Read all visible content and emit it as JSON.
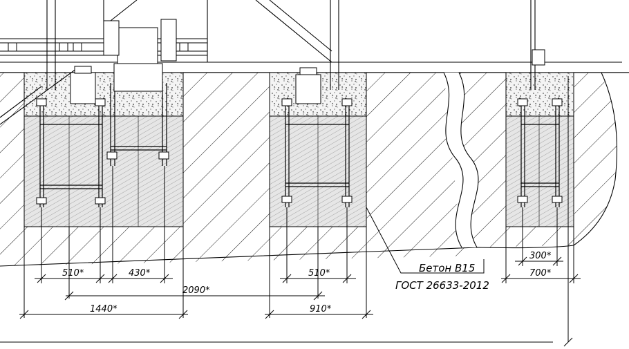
{
  "drawing": {
    "dimensions": {
      "d1": "510*",
      "d2": "430*",
      "d3": "2090*",
      "d4": "1440*",
      "d5": "510*",
      "d6": "910*",
      "d7": "300*",
      "d8": "700*"
    },
    "note": {
      "material": "Бетон В15",
      "standard": "ГОСТ 26633-2012"
    }
  }
}
